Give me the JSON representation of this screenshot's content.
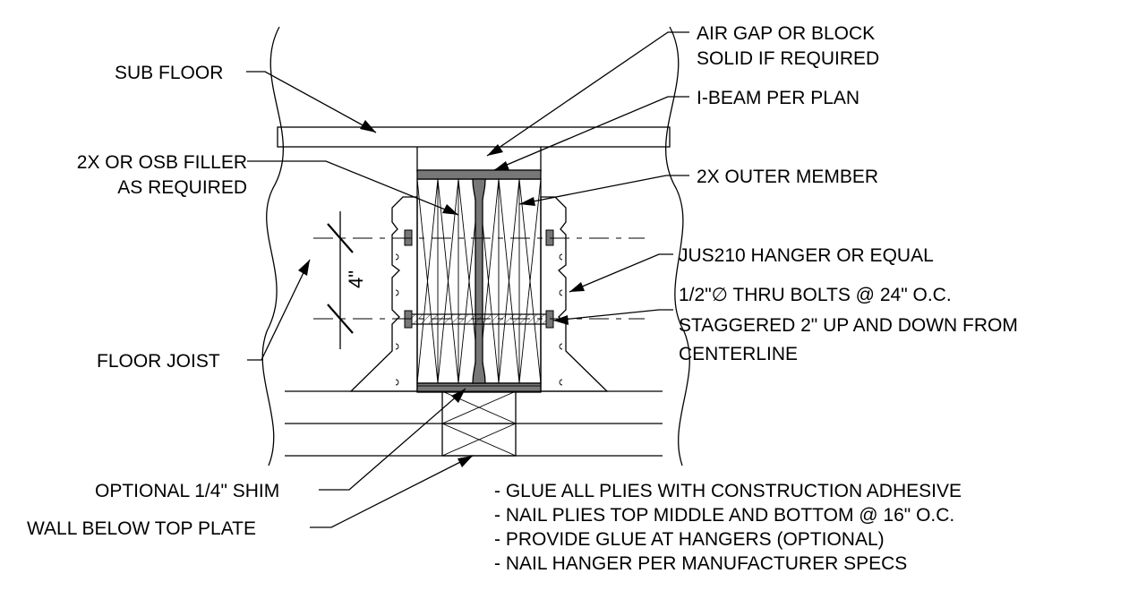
{
  "labels": {
    "sub_floor": "SUB FLOOR",
    "air_gap_1": "AIR GAP OR BLOCK",
    "air_gap_2": "SOLID IF REQUIRED",
    "i_beam": "I-BEAM PER PLAN",
    "filler_1": "2X OR OSB FILLER",
    "filler_2": "AS REQUIRED",
    "outer_member": "2X OUTER MEMBER",
    "hanger": "JUS210 HANGER OR EQUAL",
    "bolts_1": "1/2\"∅ THRU BOLTS @ 24\" O.C.",
    "bolts_2": "STAGGERED 2\" UP AND DOWN FROM",
    "bolts_3": "CENTERLINE",
    "floor_joist": "FLOOR JOIST",
    "shim": "OPTIONAL 1/4\" SHIM",
    "wall_plate": "WALL BELOW TOP PLATE",
    "dimension": "4\""
  },
  "notes": [
    "- GLUE ALL PLIES WITH CONSTRUCTION ADHESIVE",
    "- NAIL PLIES TOP MIDDLE AND BOTTOM @ 16\" O.C.",
    "- PROVIDE GLUE AT HANGERS (OPTIONAL)",
    "- NAIL HANGER PER MANUFACTURER SPECS"
  ],
  "colors": {
    "line": "#000000",
    "steel": "#777777",
    "background": "#ffffff"
  }
}
